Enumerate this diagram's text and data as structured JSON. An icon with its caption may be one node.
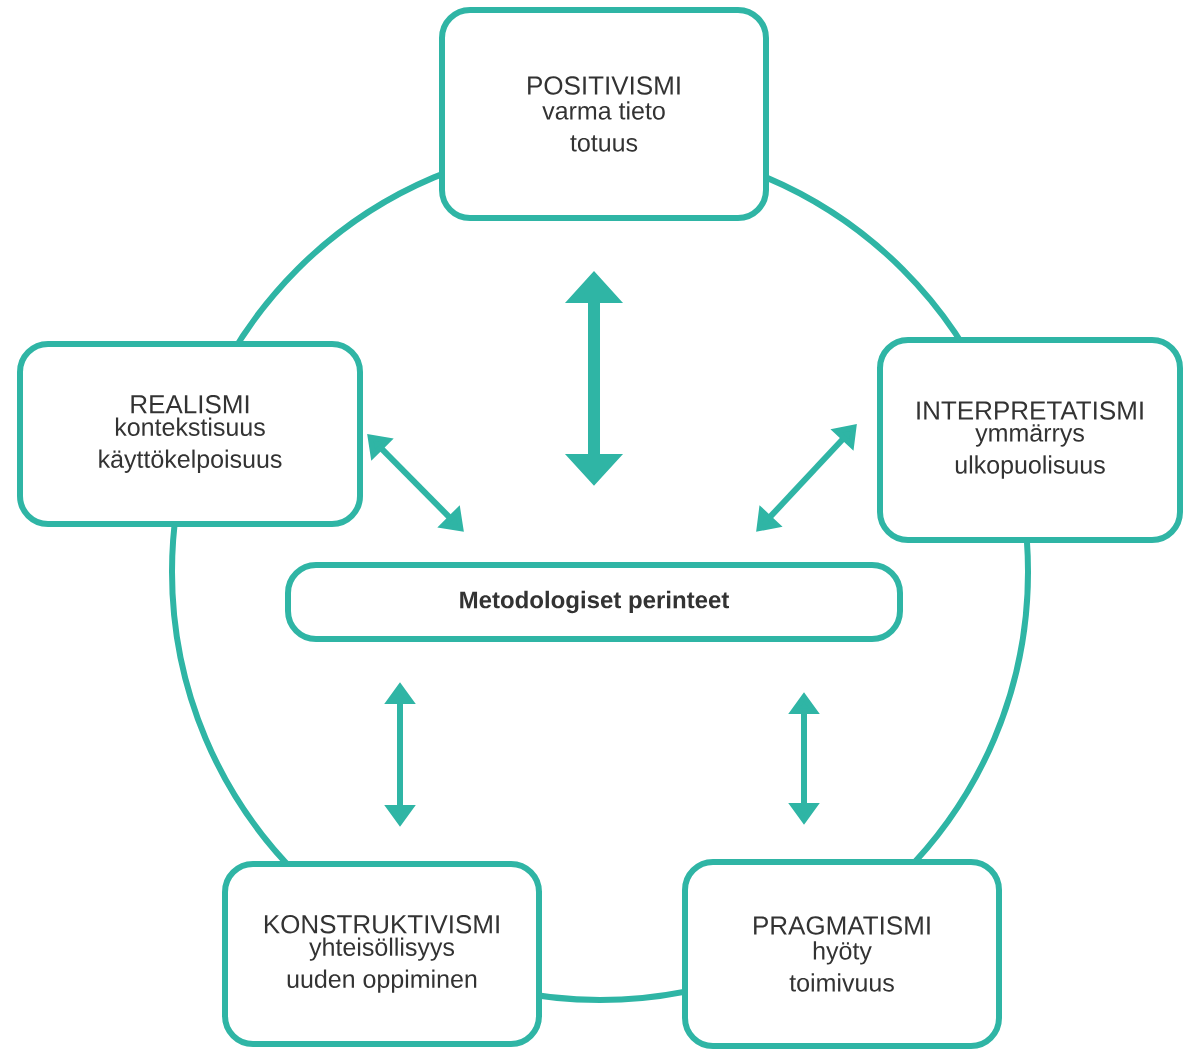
{
  "diagram": {
    "nodes": [
      {
        "text": [
          "POSITIVISMI",
          "varma tieto totuus"
        ]
      },
      {
        "text": [
          "REALISMI",
          "kontekstisuus käyttökelpoisuus"
        ]
      },
      {
        "text": [
          "INTERPRETATISMI",
          "ymmärrys ulkopuolisuus"
        ]
      },
      {
        "text": [
          "Metodologiset perinteet"
        ]
      },
      {
        "text": [
          "KONSTRUKTIVISMI",
          "yhteisöllisyys uuden oppiminen"
        ]
      },
      {
        "text": [
          "PRAGMATISMI",
          "hyöty toimivuus"
        ]
      }
    ],
    "edges": [
      {
        "from": 0,
        "to": 3,
        "arrow": "both",
        "style": "thick"
      },
      {
        "from": 1,
        "to": 3,
        "arrow": "both"
      },
      {
        "from": 2,
        "to": 3,
        "arrow": "both"
      },
      {
        "from": 4,
        "to": 3,
        "arrow": "both"
      },
      {
        "from": 5,
        "to": 3,
        "arrow": "both"
      }
    ]
  }
}
